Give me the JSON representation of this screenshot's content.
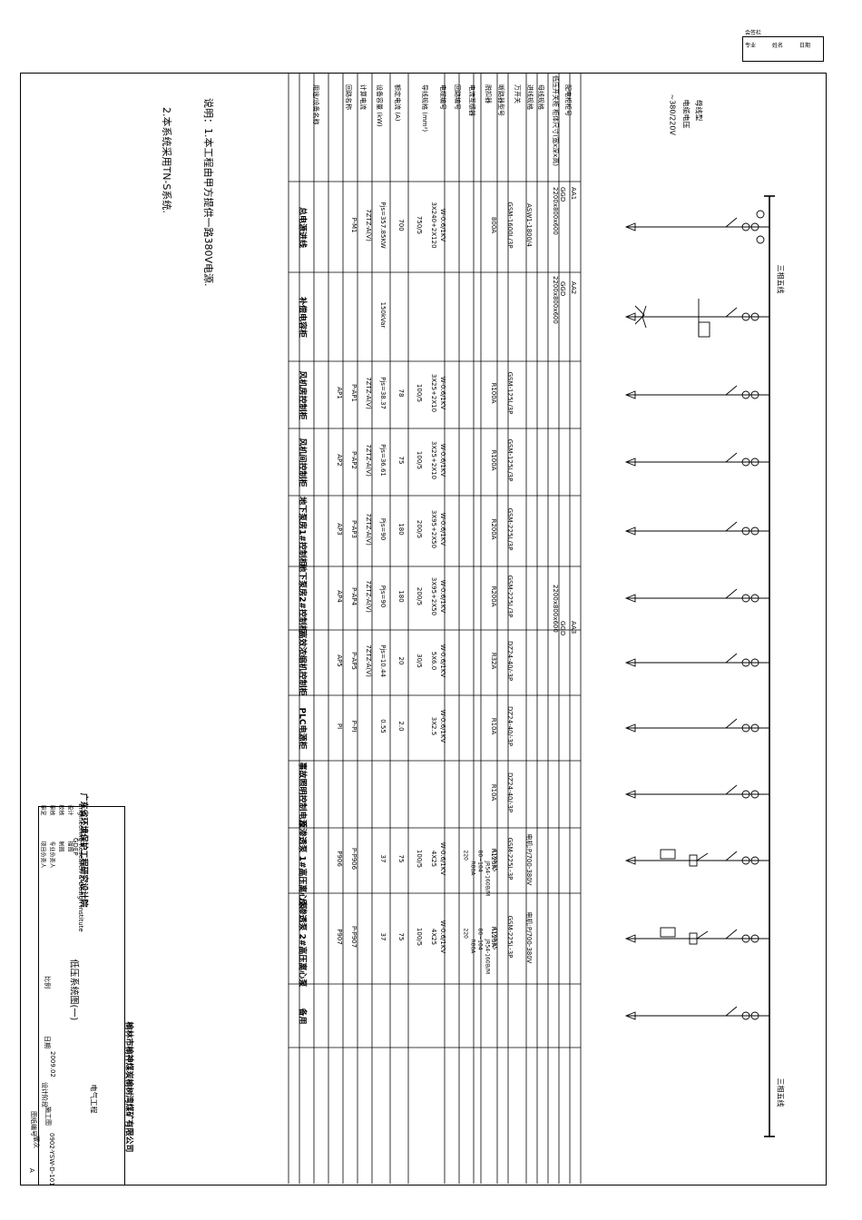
{
  "revision_box": {
    "title": "会签栏",
    "cols": [
      "专业",
      "姓名",
      "日期"
    ]
  },
  "notes": {
    "line1": "说明：1.本工程由甲方提供一路380V电源.",
    "line2": "2.本系统采用TN-S系统."
  },
  "header_labels": [
    "配电柜柜号",
    "低压开关柜 柜体尺寸(宽x深x高)",
    "母线规格",
    "进线规格",
    "万开关",
    "断路器型号",
    "脱扣器",
    "电流互感器",
    "回路编号",
    "电缆编号",
    "导线规格 (mm²)",
    "额定电流 (A)",
    "设备容量 (kW)",
    "计算电流",
    "回路名称",
    "用途/设备名称"
  ],
  "bus": {
    "top_label": "三相五线",
    "bottom_label": "三相五线",
    "system_lines": [
      "母线型",
      "电缆电压",
      "~380/220V"
    ]
  },
  "cabinets": [
    {
      "no": "AA1",
      "type": "GGD",
      "size": "2200x800x600"
    },
    {
      "no": "AA2",
      "type": "GGD",
      "size": "2200x800x600"
    },
    {
      "no": "AA3",
      "type": "GGD",
      "size": "2200x800x600"
    }
  ],
  "columns": [
    {
      "breaker": "ASW1-1800/4",
      "model": "GSM-1600L/3P",
      "rating": "800A",
      "cable_type": "W-0.6/1KV",
      "cable": "3X240+2X120",
      "ct": "750/5",
      "rated": "700",
      "power": "Pjs=357.85KW",
      "code": "7ZTZ-A(V)",
      "circuit": "P-M1",
      "name": "总电源进线"
    },
    {
      "breaker": "",
      "model": "",
      "rating": "",
      "cable_type": "",
      "cable": "",
      "ct": "",
      "rated": "",
      "power": "150kVar",
      "code": "",
      "circuit": "",
      "name": "补偿电容柜"
    },
    {
      "breaker": "",
      "model": "GSM-125L/3P",
      "rating": "R100A",
      "cable_type": "W-0.6/1KV",
      "cable": "3X25+2X10",
      "ct": "100/5",
      "rated": "78",
      "power": "Pjs=38.37",
      "code": "7ZTZ-A(V)",
      "circuit": "P-AP1",
      "name": "风机房控制柜",
      "id": "AP1"
    },
    {
      "breaker": "",
      "model": "GSM-125L/3P",
      "rating": "R100A",
      "cable_type": "W-0.6/1KV",
      "cable": "3X25+2X10",
      "ct": "100/5",
      "rated": "75",
      "power": "Pjs=36.61",
      "code": "7ZTZ-A(V)",
      "circuit": "P-AP2",
      "name": "风机间控制柜",
      "id": "AP2"
    },
    {
      "breaker": "",
      "model": "GSM-225L/3P",
      "rating": "R200A",
      "cable_type": "W-0.6/1KV",
      "cable": "3X95+2X50",
      "ct": "200/5",
      "rated": "180",
      "power": "Pjs=90",
      "code": "7ZTZ-A(V)",
      "circuit": "P-AP3",
      "name": "地下泵房1#控制柜",
      "id": "AP3"
    },
    {
      "breaker": "",
      "model": "GSM-225L/3P",
      "rating": "R200A",
      "cable_type": "W-0.6/1KV",
      "cable": "3X95+2X50",
      "ct": "200/5",
      "rated": "180",
      "power": "Pjs=90",
      "code": "7ZTZ-A(V)",
      "circuit": "P-AP4",
      "name": "地下泵房2#控制柜",
      "id": "AP4"
    },
    {
      "breaker": "",
      "model": "DZ24-40/-3P",
      "rating": "R32A",
      "cable_type": "W-0.6/1KV",
      "cable": "5X6.0",
      "ct": "30/5",
      "rated": "20",
      "power": "Pjs=10.44",
      "code": "7ZTZ-A(V)",
      "circuit": "P-AP5",
      "name": "高效浓缩机控制柜",
      "id": "AP5"
    },
    {
      "breaker": "",
      "model": "DZ24-40/-3P",
      "rating": "R10A",
      "cable_type": "W-0.6/1KV",
      "cable": "3X2.5",
      "ct": "",
      "rated": "2.0",
      "power": "0.55",
      "code": "",
      "circuit": "P-PI",
      "name": "PLC电源柜",
      "id": "PI"
    },
    {
      "breaker": "",
      "model": "DZ24-40/-3P",
      "rating": "R10A",
      "cable_type": "",
      "cable": "",
      "ct": "",
      "rated": "",
      "power": "",
      "code": "",
      "circuit": "",
      "name": "事故照明控制电源"
    },
    {
      "breaker": "电机:P/700-380V",
      "model": "GSM-225L-3P",
      "rating": "R125A",
      "cable_type": "W-0.6/1KV",
      "cable": "4X25",
      "ct": "100/5",
      "rated": "75",
      "power": "37",
      "code": "",
      "circuit": "P-P906",
      "name": "反渗透泵 1#高压离心泵",
      "id": "P906",
      "contactor": "CJX4-65",
      "relay": "JR54-160B/M",
      "relay_range": "80~104",
      "fuse": "R80A",
      "voltage": "220"
    },
    {
      "breaker": "电机:P/700-380V",
      "model": "GSM-225L-3P",
      "rating": "R125A",
      "cable_type": "W-0.6/1KV",
      "cable": "4X25",
      "ct": "100/5",
      "rated": "75",
      "power": "37",
      "code": "",
      "circuit": "P-P907",
      "name": "反渗透泵 2#高压离心泵",
      "id": "P907",
      "contactor": "CJX4-65",
      "relay": "JR54-160B/M",
      "relay_range": "80~104",
      "fuse": "R80A",
      "voltage": "220"
    },
    {
      "breaker": "",
      "model": "",
      "rating": "",
      "cable_type": "",
      "cable": "",
      "ct": "",
      "rated": "",
      "power": "",
      "code": "",
      "circuit": "",
      "name": "备用"
    }
  ],
  "title_block": {
    "institute_cn": "广东省环境保护工程研究设计院",
    "institute_en": "Engineering Research & Design Institute",
    "institute_abbr": "GDEP",
    "client": "榆林市榆神煤炭榆树湾煤矿有限公司",
    "project": "电气工程",
    "drawing_title": "低压系统图(一)",
    "drawing_no_label": "图纸编号",
    "drawing_no": "0902-YSW-D-101",
    "date_label": "日期",
    "date": "2009.02",
    "scale_label": "比例",
    "stage_label": "设计阶段",
    "stage": "施工图",
    "version_label": "版次",
    "version": "A",
    "roles": [
      "审定",
      "审核",
      "校核",
      "设计",
      "项目负责人",
      "专业负责人",
      "制图",
      "描图"
    ]
  }
}
